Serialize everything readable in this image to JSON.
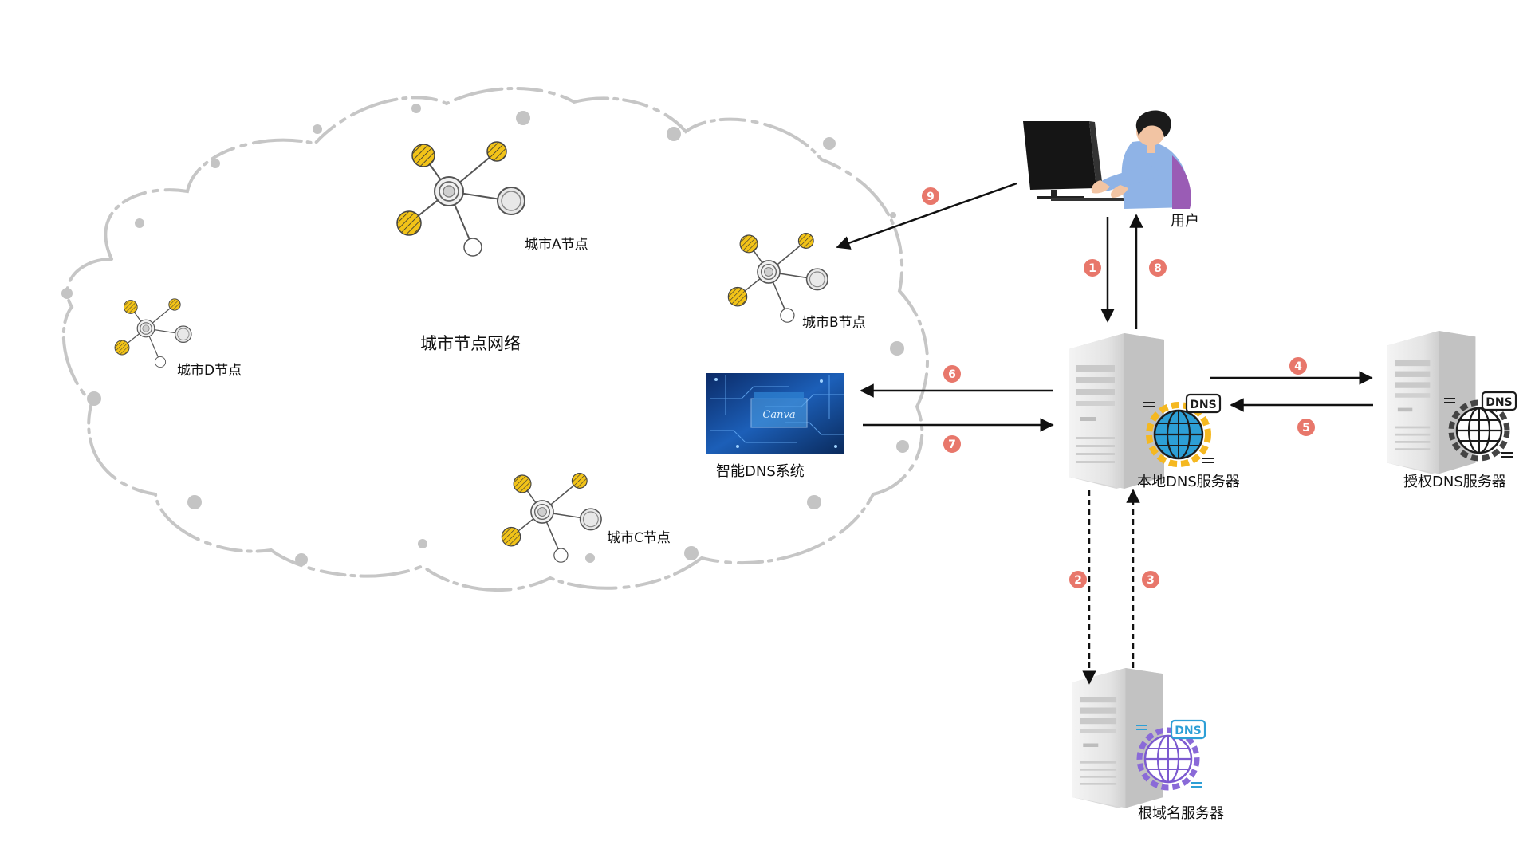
{
  "network": {
    "title": "城市节点网络",
    "nodes": {
      "a": "城市A节点",
      "b": "城市B节点",
      "c": "城市C节点",
      "d": "城市D节点"
    }
  },
  "smart_dns": {
    "label": "智能DNS系统",
    "screen_text": "Canva"
  },
  "user": {
    "label": "用户"
  },
  "servers": {
    "local": {
      "label": "本地DNS服务器",
      "badge": "DNS"
    },
    "auth": {
      "label": "授权DNS服务器",
      "badge": "DNS"
    },
    "root": {
      "label": "根域名服务器",
      "badge": "DNS"
    }
  },
  "steps": [
    "1",
    "2",
    "3",
    "4",
    "5",
    "6",
    "7",
    "8",
    "9"
  ],
  "colors": {
    "badge": "#e8776b",
    "node_yellow": "#f2c318",
    "cloud": "#c4c4c4",
    "server": "#e6e6e6",
    "globe_blue": "#2d9fd6",
    "globe_gear": "#f5b820",
    "globe_purple": "#8a6ad8"
  }
}
